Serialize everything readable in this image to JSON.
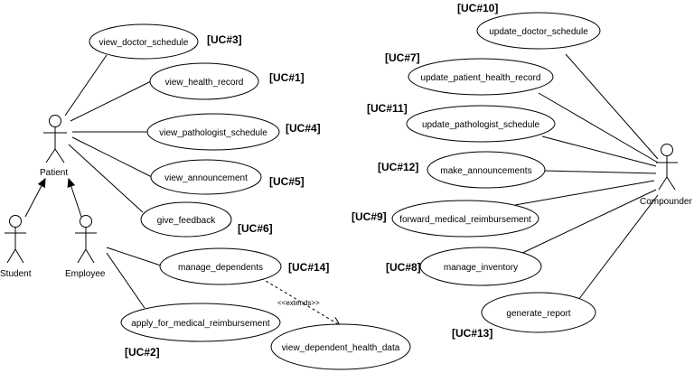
{
  "actors": {
    "patient": "Patient",
    "student": "Student",
    "employee": "Employee",
    "compounder": "Compounder"
  },
  "use_cases": {
    "view_doctor_schedule": {
      "label": "view_doctor_schedule",
      "tag": "[UC#3]"
    },
    "view_health_record": {
      "label": "view_health_record",
      "tag": "[UC#1]"
    },
    "view_pathologist_schedule": {
      "label": "view_pathologist_schedule",
      "tag": "[UC#4]"
    },
    "view_announcement": {
      "label": "view_announcement",
      "tag": "[UC#5]"
    },
    "give_feedback": {
      "label": "give_feedback",
      "tag": "[UC#6]"
    },
    "manage_dependents": {
      "label": "manage_dependents",
      "tag": "[UC#14]"
    },
    "apply_for_medical_reimbursement": {
      "label": "apply_for_medical_reimbursement",
      "tag": "[UC#2]"
    },
    "view_dependent_health_data": {
      "label": "view_dependent_health_data"
    },
    "update_doctor_schedule": {
      "label": "update_doctor_schedule",
      "tag": "[UC#10]"
    },
    "update_patient_health_record": {
      "label": "update_patient_health_record",
      "tag": "[UC#7]"
    },
    "update_pathologist_schedule": {
      "label": "update_pathologist_schedule",
      "tag": "[UC#11]"
    },
    "make_announcements": {
      "label": "make_announcements",
      "tag": "[UC#12]"
    },
    "forward_medical_reimbursement": {
      "label": "forward_medical_reimbursement",
      "tag": "[UC#9]"
    },
    "manage_inventory": {
      "label": "manage_inventory",
      "tag": "[UC#8]"
    },
    "generate_report": {
      "label": "generate_report",
      "tag": "[UC#13]"
    }
  },
  "relations": {
    "extends_label": "<<extends>>"
  }
}
